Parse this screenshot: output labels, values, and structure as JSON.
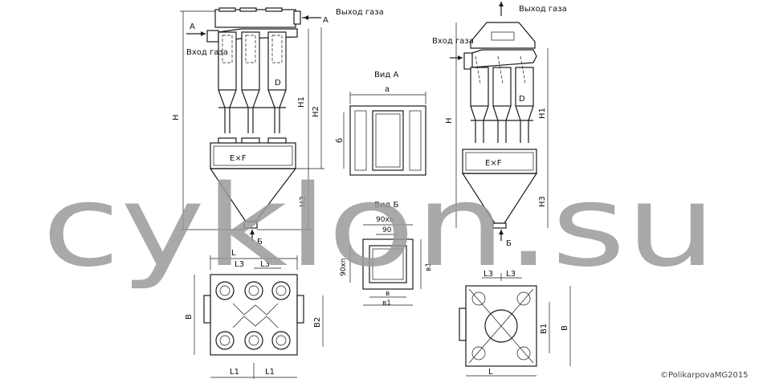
{
  "labels": {
    "inlet_gas": "Вход газа",
    "outlet_gas": "Выход газа",
    "view_a": "Вид А",
    "view_b": "Вид Б",
    "arrow_a": "А",
    "arrow_b": "Б"
  },
  "dimensions": {
    "H": "H",
    "H1": "H1",
    "H2": "H2",
    "H3": "H3",
    "D": "D",
    "ExF": "E×F",
    "a": "a",
    "b": "б",
    "n90": "90xn",
    "d90": "90",
    "b1": "в1",
    "bv": "в",
    "L": "L",
    "L1": "L1",
    "L3": "L3",
    "B": "B",
    "B1": "B1",
    "B2": "B2"
  },
  "watermark": "cyklon.su",
  "copyright": "©PolikarpovaMG2015"
}
